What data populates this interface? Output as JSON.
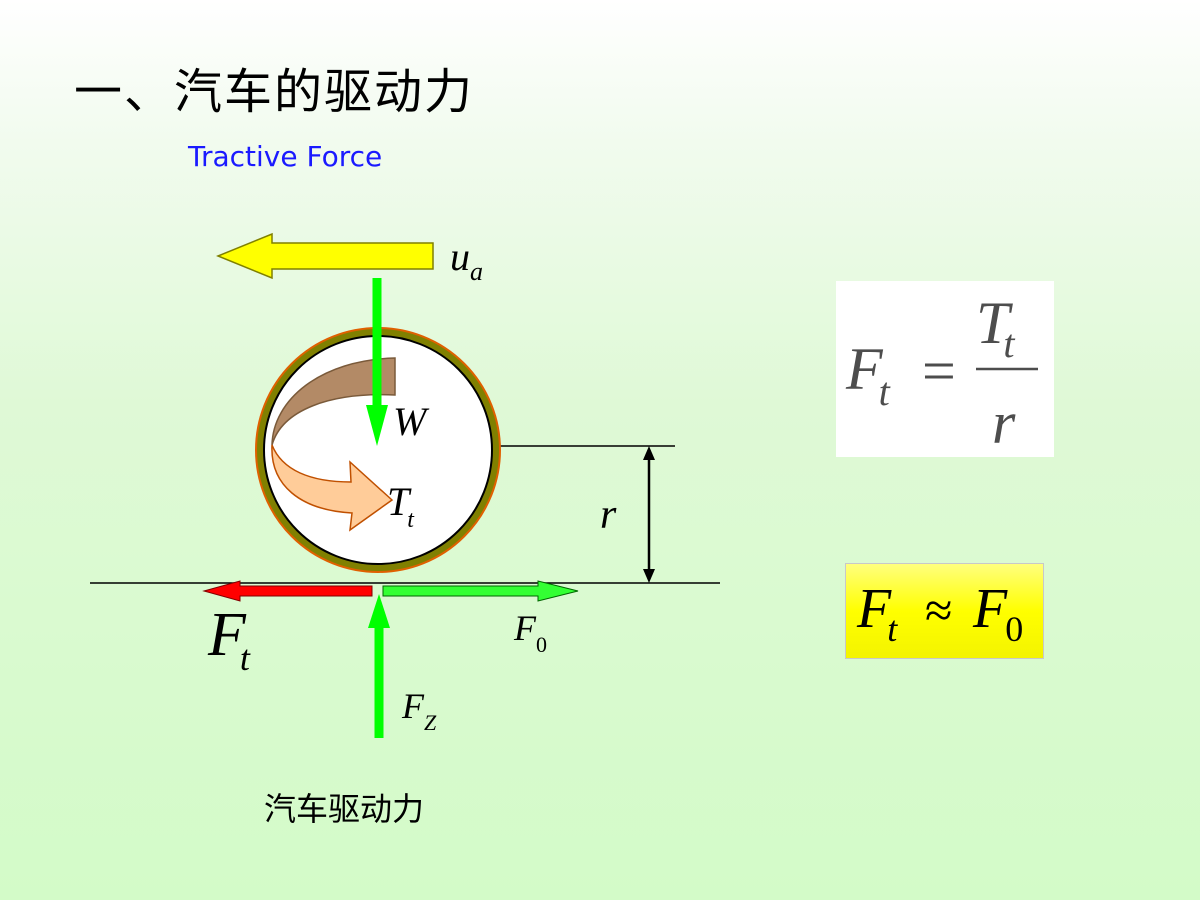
{
  "slide": {
    "title": "一、汽车的驱动力",
    "subtitle": "Tractive Force",
    "caption": "汽车驱动力"
  },
  "diagram": {
    "velocity": {
      "symbol": "u",
      "subscript": "a"
    },
    "weight": {
      "symbol": "W"
    },
    "torque": {
      "symbol": "T",
      "subscript": "t"
    },
    "radius": {
      "symbol": "r"
    },
    "tractive_force": {
      "symbol": "F",
      "subscript": "t"
    },
    "ground_reaction": {
      "symbol": "F",
      "subscript": "0"
    },
    "normal_force": {
      "symbol": "F",
      "subscript": "Z"
    }
  },
  "formula": {
    "lhs": "F",
    "lhs_sub": "t",
    "equals": "=",
    "numerator": "T",
    "numerator_sub": "t",
    "denominator": "r"
  },
  "approximation": {
    "lhs": "F",
    "lhs_sub": "t",
    "operator": "≈",
    "rhs": "F",
    "rhs_sub": "0"
  },
  "colors": {
    "velocity_arrow": "#ffff00",
    "weight_arrow": "#00ff00",
    "tractive_arrow": "#ff0000",
    "reaction_arrow": "#33ff33",
    "normal_arrow": "#00ff00",
    "tire_ring": "#808000",
    "torque_arrow": "#ffcc99",
    "approx_box": "#ffff00"
  }
}
